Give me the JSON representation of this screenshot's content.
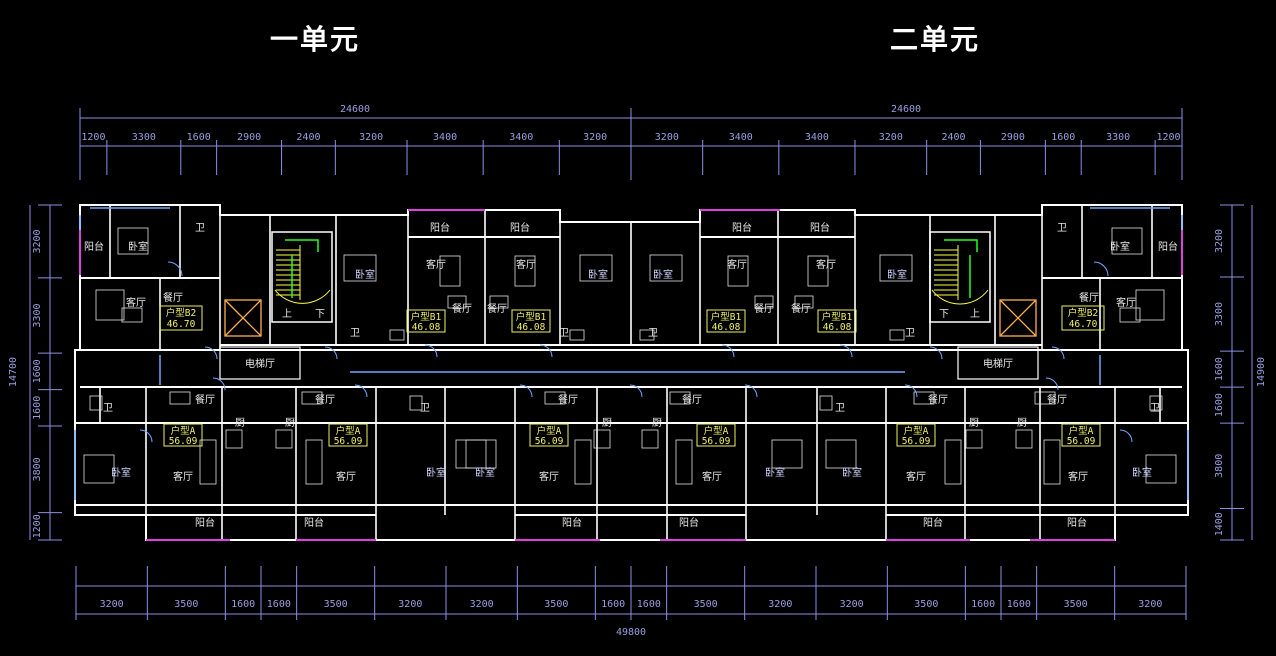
{
  "units": {
    "unit1": "一单元",
    "unit2": "二单元"
  },
  "overall": {
    "left_total": "24600",
    "right_total": "24600",
    "bottom_total": "49800",
    "left_height": "14700",
    "right_height": "14900"
  },
  "top_dims": [
    "1200",
    "3300",
    "1600",
    "2900",
    "2400",
    "3200",
    "3400",
    "3400",
    "3200",
    "3200",
    "3400",
    "3400",
    "3200",
    "2400",
    "2900",
    "1600",
    "3300",
    "1200"
  ],
  "bottom_dims": [
    "3200",
    "3500",
    "1600",
    "1600",
    "3500",
    "3200",
    "3200",
    "3500",
    "1600",
    "1600",
    "3500",
    "3200",
    "3200",
    "3500",
    "1600",
    "1600",
    "3500",
    "3200"
  ],
  "left_dims": [
    "3200",
    "3300",
    "1600",
    "1600",
    "3800",
    "1200"
  ],
  "right_dims": [
    "3200",
    "3300",
    "1600",
    "1600",
    "3800",
    "1400"
  ],
  "rooms": {
    "balcony": "阳台",
    "bedroom": "卧室",
    "living": "客厅",
    "dining": "餐厅",
    "kitchen": "厨",
    "bath": "卫",
    "elevator_hall": "电梯厅",
    "up": "上",
    "down": "下",
    "bedroom2": "卧室"
  },
  "types": {
    "b2": "户型B2",
    "b2_area": "46.70",
    "b1": "户型B1",
    "b1_area": "46.08",
    "a": "户型A",
    "a_area": "56.09"
  },
  "colors": {
    "wall": "#ffffff",
    "dim": "#8c90e6",
    "glass": "#6fa8ff",
    "balcony_edge": "#e040e0",
    "stair": "#ffff40",
    "stair_arrow": "#20ff20",
    "shaft": "#ffb050"
  }
}
